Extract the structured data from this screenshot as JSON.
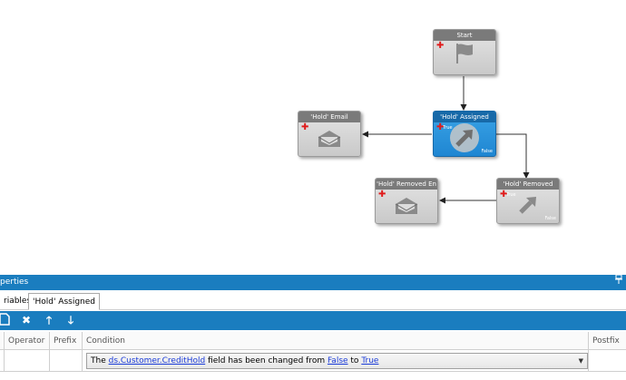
{
  "workflow": {
    "nodes": [
      {
        "id": "start",
        "title": "Start",
        "icon": "flag-icon"
      },
      {
        "id": "hold-assigned",
        "title": "'Hold' Assigned",
        "true_label": "True",
        "false_label": "False",
        "icon": "condition-arrow-icon",
        "selected": true
      },
      {
        "id": "hold-email",
        "title": "'Hold' Email",
        "icon": "envelope-icon"
      },
      {
        "id": "hold-removed",
        "title": "'Hold' Removed",
        "true_label": "True",
        "false_label": "False",
        "icon": "condition-arrow-icon"
      },
      {
        "id": "hold-removed-email",
        "title": "'Hold' Removed En",
        "icon": "envelope-icon"
      }
    ]
  },
  "properties": {
    "title": "perties",
    "pin_icon": "pin-icon",
    "tabs": [
      {
        "label": "riables"
      },
      {
        "label": "'Hold' Assigned",
        "active": true
      }
    ]
  },
  "toolbar": {
    "icons": [
      "new-document-icon",
      "delete-icon",
      "move-up-icon",
      "move-down-icon"
    ]
  },
  "grid": {
    "columns": [
      "Operator",
      "Prefix",
      "Condition",
      "Postfix"
    ],
    "row": {
      "cond_prefix": "The ",
      "cond_field": "ds.Customer.CreditHold",
      "cond_mid": " field has been changed from ",
      "cond_from": "False",
      "cond_to_word": " to ",
      "cond_to": "True"
    }
  },
  "colors": {
    "accent": "#1a7dbf",
    "selected_node": "#1f86d2",
    "node_header": "#7a7a7a",
    "plus": "#e01b1b",
    "link": "#1a3bd8"
  }
}
